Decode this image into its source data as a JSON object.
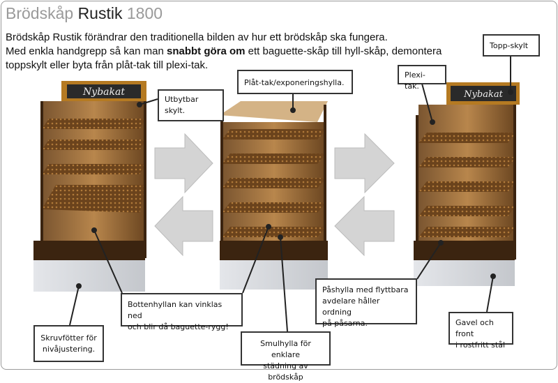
{
  "title": {
    "part1": "Brödskåp",
    "part2": "Rustik",
    "part3": "1800"
  },
  "intro": {
    "line1": "Brödskåp Rustik förändrar den traditionella bilden av hur ett brödskåp ska fungera.",
    "line2_pre": "Med enkla handgrepp så kan man ",
    "line2_bold": "snabbt göra om",
    "line2_post": " ett baguette-skåp till hyll-skåp, demontera",
    "line3": "toppskylt eller byta från plåt-tak till plexi-tak."
  },
  "sign_text": "Nybakat",
  "callouts": {
    "utbytbar": "Utbytbar skylt.",
    "platak": "Plåt-tak/exponeringshylla.",
    "plexi": "Plexi-tak.",
    "topp": "Topp-skylt",
    "botten1": "Bottenhyllan kan vinklas ned",
    "botten2": "och blir då baguette-rygg!",
    "skruv1": "Skruvfötter för",
    "skruv2": "nivåjustering.",
    "smul1": "Smulhylla för enklare",
    "smul2": "städning av brödskåp",
    "pas1": "Påshylla med flyttbara",
    "pas2": "avdelare håller ordning",
    "pas3": "på påsarna.",
    "gavel1": "Gavel och front",
    "gavel2": "i rostfritt stål"
  },
  "colors": {
    "wood": "#5a3618",
    "shelf": "#8a5a2a",
    "steel": "#d8dade",
    "arrow": "#d4d4d4"
  }
}
